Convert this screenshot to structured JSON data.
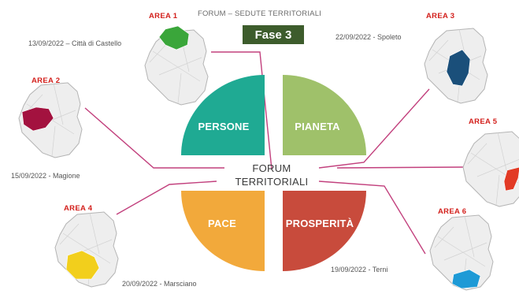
{
  "header": {
    "title": "FORUM – SEDUTE TERRITORIALI",
    "phase": "Fase 3"
  },
  "center": {
    "line1": "FORUM",
    "line2": "TERRITORIALI"
  },
  "quadrants": [
    {
      "label": "PERSONE",
      "color": "#1faa93"
    },
    {
      "label": "PIANETA",
      "color": "#9fc16a"
    },
    {
      "label": "PACE",
      "color": "#f2a93b"
    },
    {
      "label": "PROSPERITÀ",
      "color": "#c84b3c"
    }
  ],
  "areas": [
    {
      "label": "AREA 1",
      "date": "13/09/2022 – Città di Castello",
      "highlight_color": "#3aa63a"
    },
    {
      "label": "AREA 2",
      "date": "15/09/2022 - Magione",
      "highlight_color": "#a3123f"
    },
    {
      "label": "AREA 3",
      "date": "22/09/2022 - Spoleto",
      "highlight_color": "#1a4f7a"
    },
    {
      "label": "AREA 4",
      "date": "20/09/2022 - Marsciano",
      "highlight_color": "#f2cf1c"
    },
    {
      "label": "AREA 5",
      "date": "",
      "highlight_color": "#e23a25"
    },
    {
      "label": "AREA 6",
      "date": "19/09/2022 - Terni",
      "highlight_color": "#1e9ad6"
    }
  ],
  "connector_color": "#c2407d"
}
